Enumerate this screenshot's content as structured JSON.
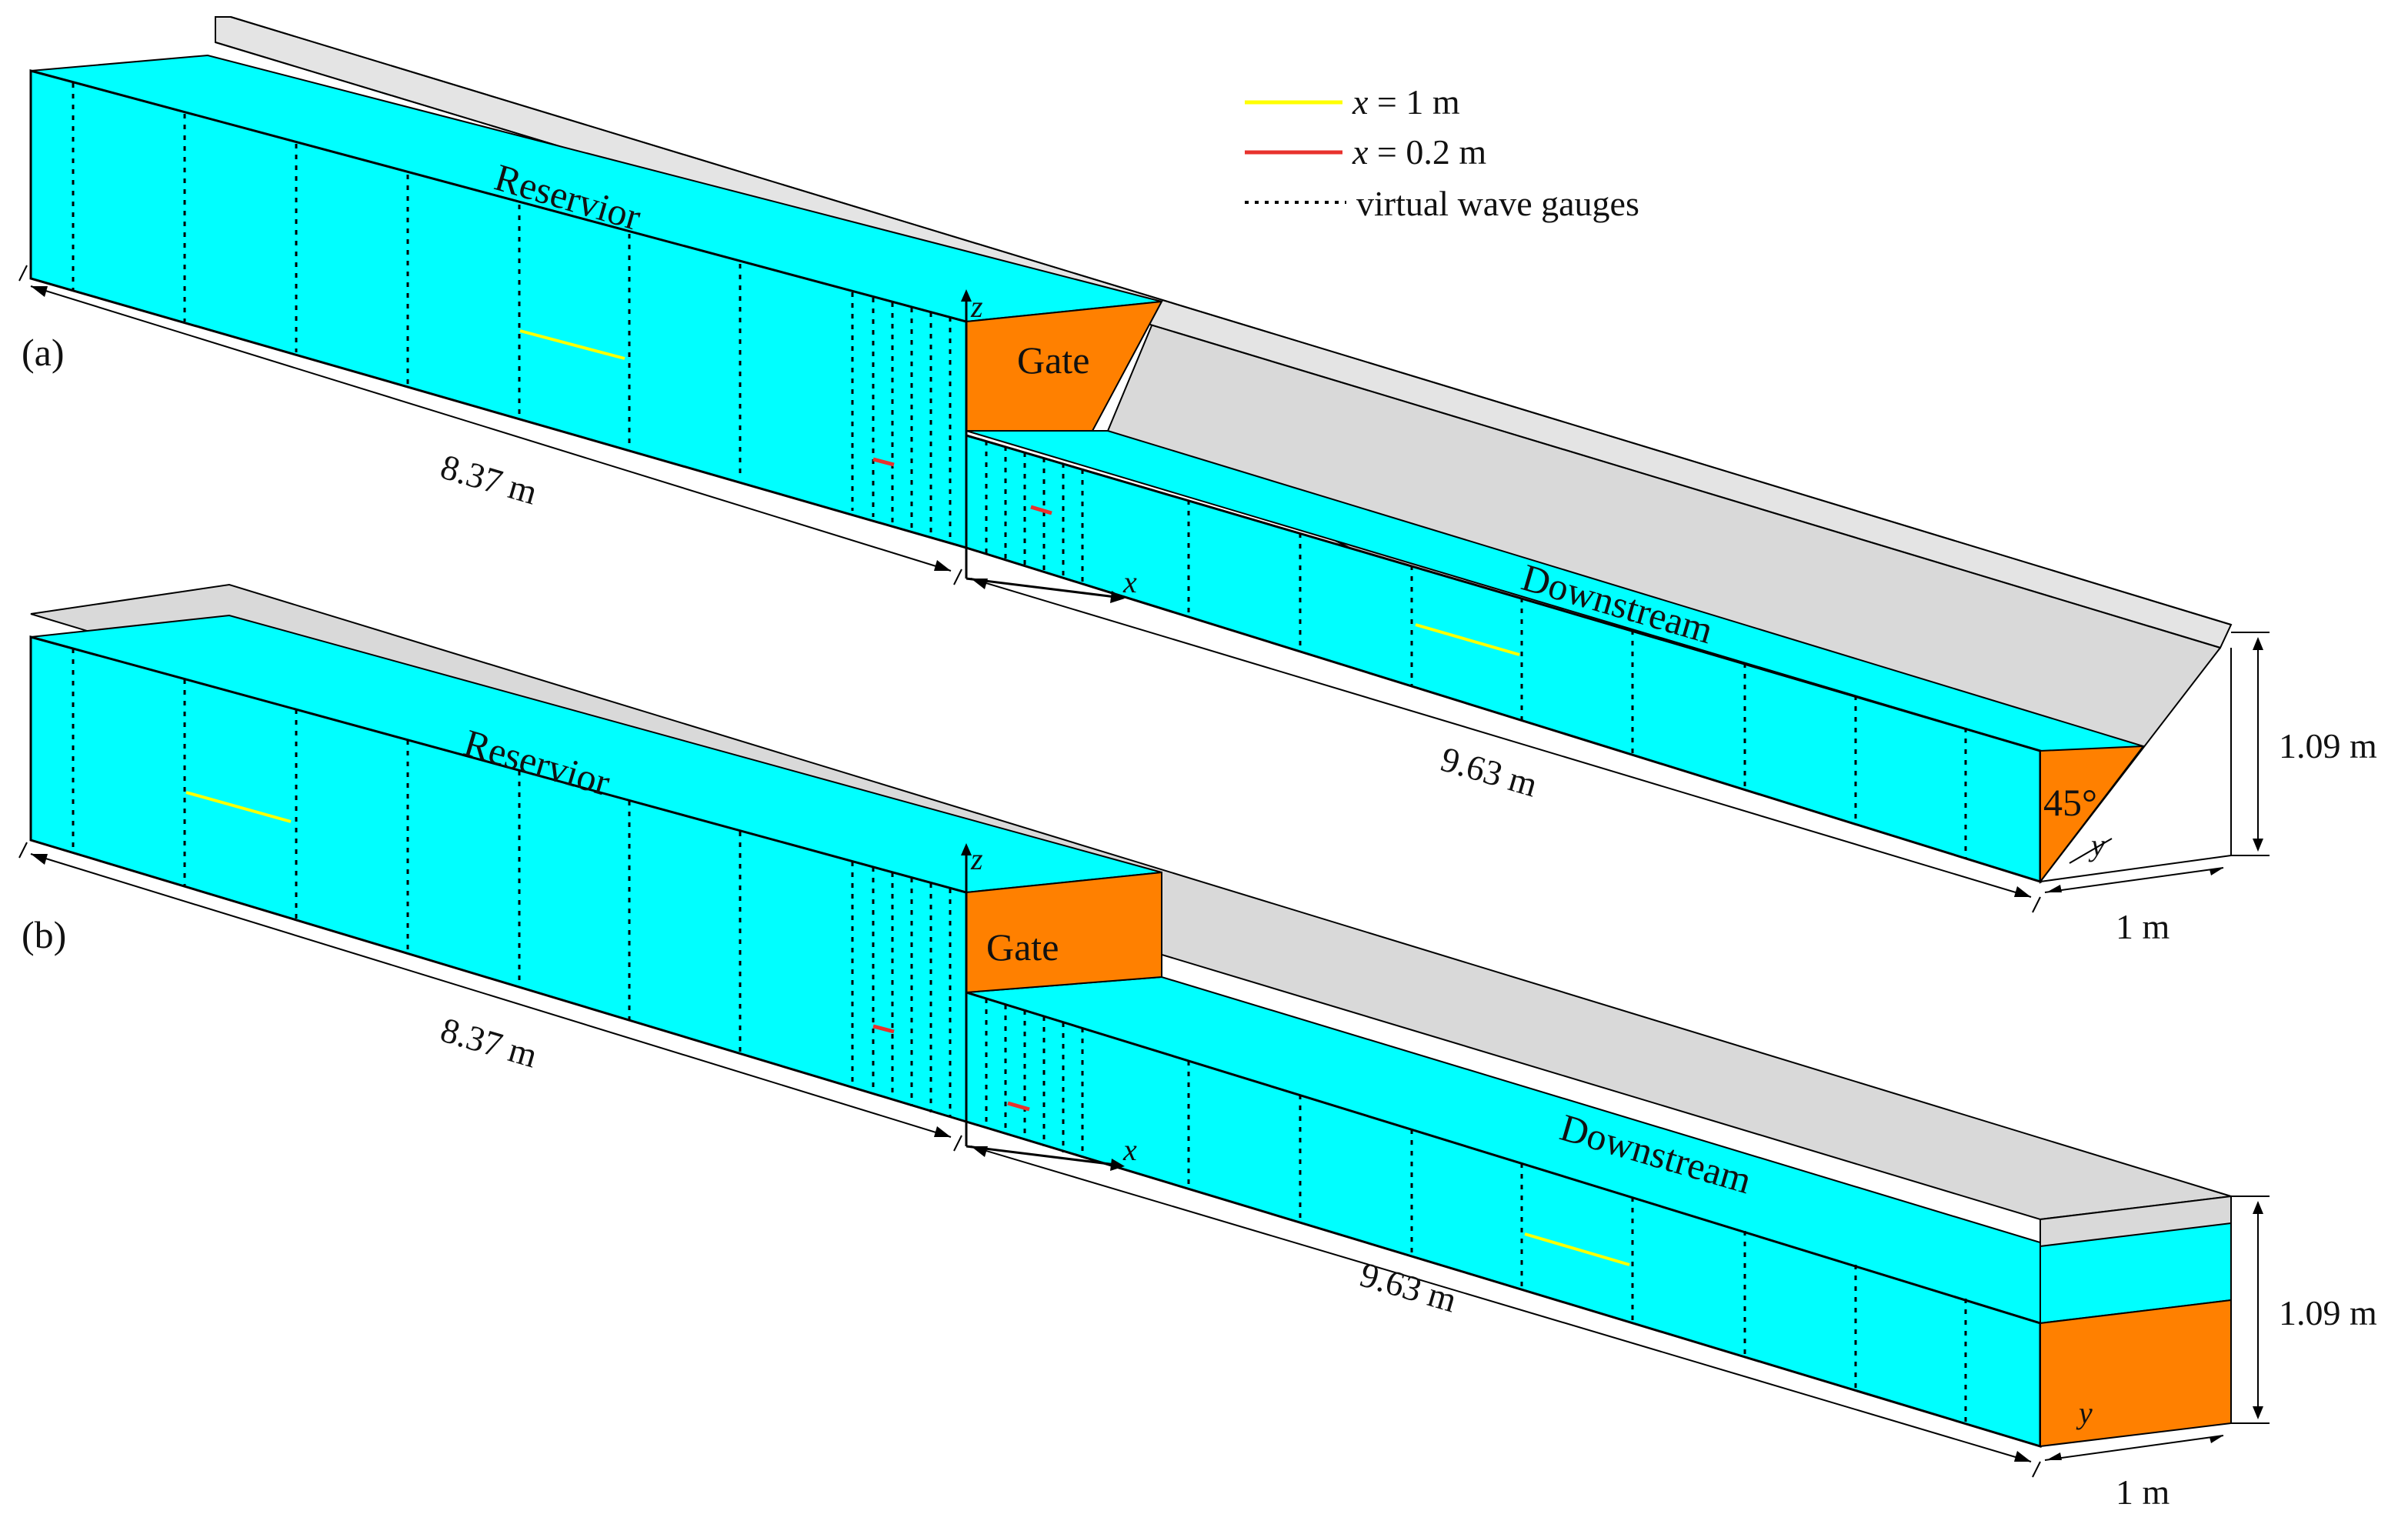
{
  "legend": {
    "items": [
      {
        "var": "x",
        "text": " = 1 m",
        "color": "#ffff00",
        "style": "solid"
      },
      {
        "var": "x",
        "text": " = 0.2 m",
        "color": "#e8322d",
        "style": "solid"
      },
      {
        "var": "",
        "text": "virtual wave gauges",
        "color": "#000000",
        "style": "dotted"
      }
    ]
  },
  "panels": [
    {
      "label": "(a)",
      "reservoir_label": "Reservior",
      "gate_label": "Gate",
      "downstream_label": "Downstream",
      "reservoir_length": "8.37 m",
      "downstream_length": "9.63 m",
      "height": "1.09 m",
      "width": "1 m",
      "angle": "45°",
      "axis_x": "x",
      "axis_y": "y",
      "axis_z": "z"
    },
    {
      "label": "(b)",
      "reservoir_label": "Reservior",
      "gate_label": "Gate",
      "downstream_label": "Downstream",
      "reservoir_length": "8.37 m",
      "downstream_length": "9.63 m",
      "height": "1.09 m",
      "width": "1 m",
      "axis_x": "x",
      "axis_y": "y",
      "axis_z": "z"
    }
  ],
  "colors": {
    "water": "#00ffff",
    "gate": "#ff8000",
    "wall": "#d9d9d9",
    "gauge_1m": "#ffff00",
    "gauge_02m": "#e8322d"
  }
}
